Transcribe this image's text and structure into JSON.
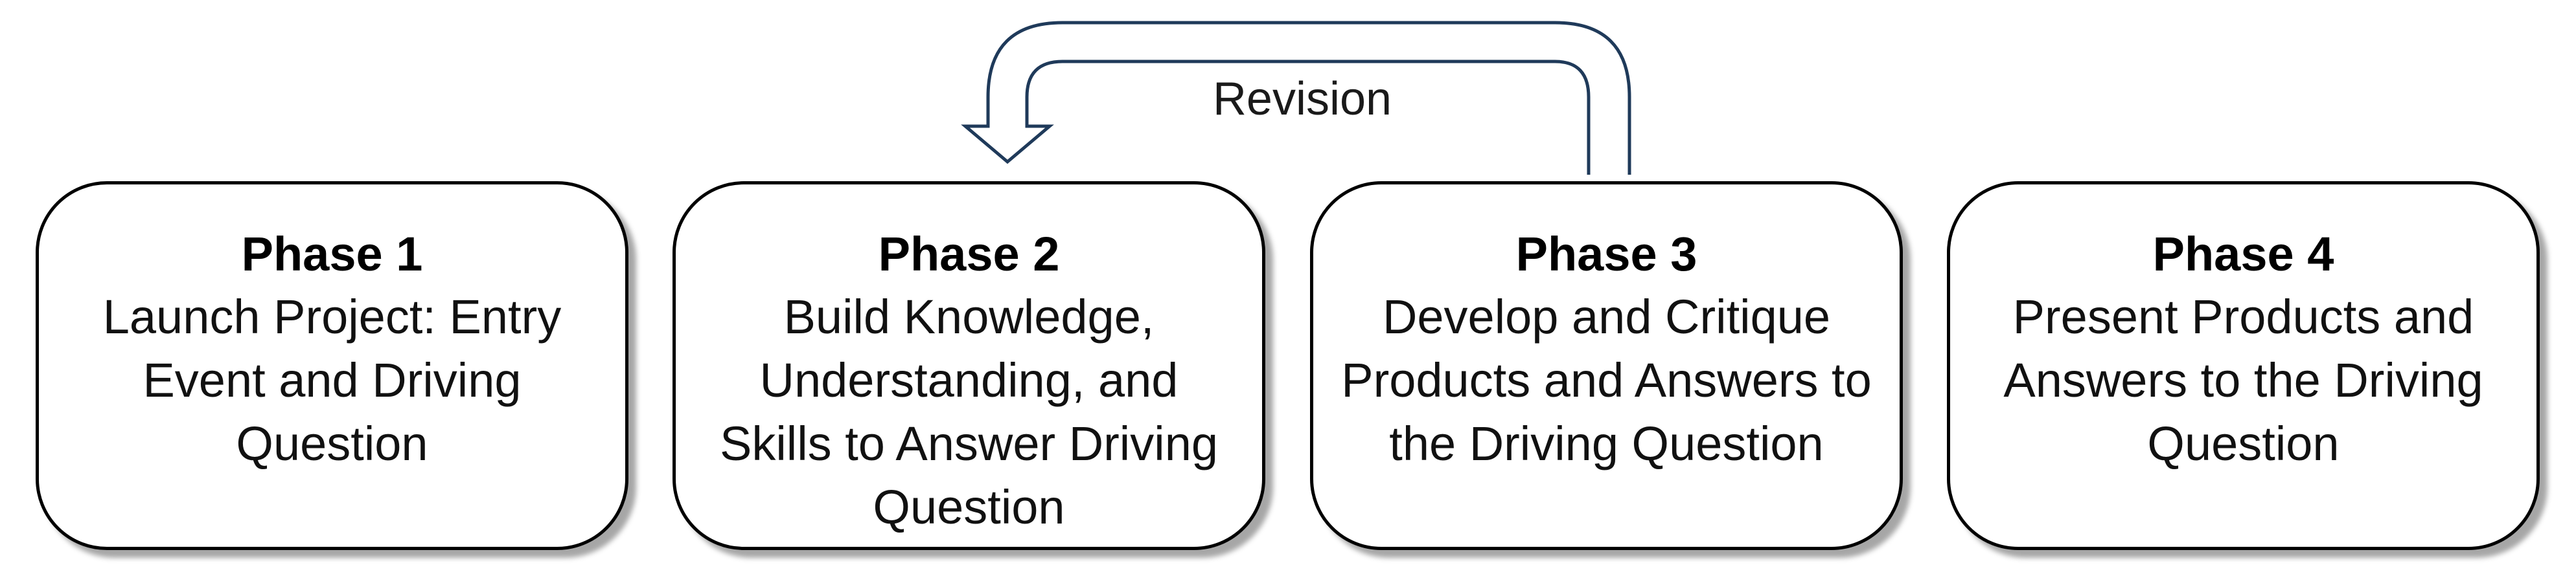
{
  "diagram": {
    "revision_label": "Revision",
    "phases": [
      {
        "title": "Phase 1",
        "description": "Launch Project: Entry Event and Driving Question"
      },
      {
        "title": "Phase 2",
        "description": "Build Knowledge, Understanding, and Skills to Answer Driving Question"
      },
      {
        "title": "Phase 3",
        "description": "Develop and Critique Products and Answers to the Driving Question"
      },
      {
        "title": "Phase 4",
        "description": "Present Products and Answers to the Driving Question"
      }
    ],
    "colors": {
      "arrow_stroke": "#1f3a5a",
      "box_border": "#000000"
    }
  }
}
